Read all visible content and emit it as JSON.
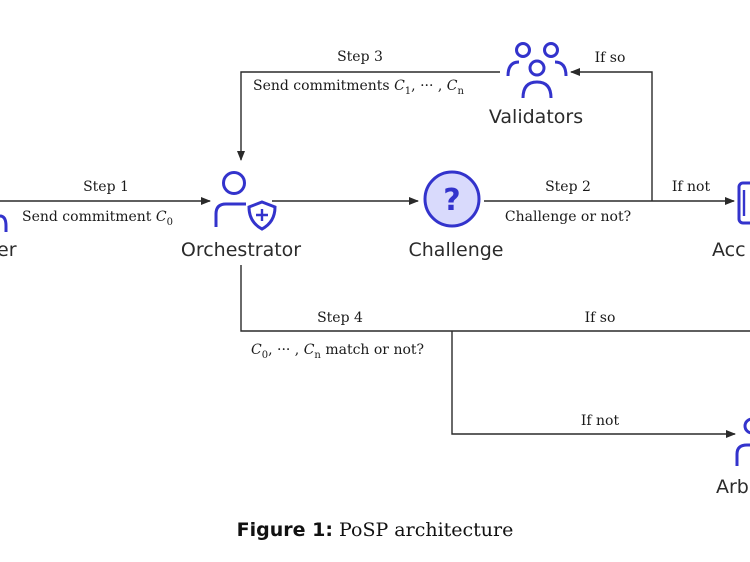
{
  "colors": {
    "icon": "#3333cc",
    "icon_fill": "#d9dafc",
    "line": "#2a2a2a"
  },
  "nodes": {
    "user": {
      "label_visible": "er",
      "icon": "user-icon"
    },
    "orchestrator": {
      "label": "Orchestrator",
      "icon": "user-shield-icon"
    },
    "challenge": {
      "label": "Challenge",
      "icon": "question-circle-icon"
    },
    "validators": {
      "label": "Validators",
      "icon": "users-group-icon"
    },
    "accept": {
      "label_visible": "Acc",
      "icon": "phone-icon"
    },
    "arbitrator": {
      "label_visible": "Arb",
      "icon": "user-icon"
    }
  },
  "edges": {
    "step1": {
      "step": "Step 1",
      "text": "Send commitment ",
      "math": "C",
      "sub": "0"
    },
    "step2": {
      "step": "Step 2",
      "text": "Challenge or not?"
    },
    "step2_if_not": "If not",
    "step2_if_so": "If so",
    "step3": {
      "step": "Step 3",
      "text": "Send commitments ",
      "math1": "C",
      "sub1": "1",
      "mid": ", ··· , ",
      "math2": "C",
      "sub2": "n"
    },
    "step4": {
      "step": "Step 4",
      "math1": "C",
      "sub1": "0",
      "mid": ", ··· , ",
      "math2": "C",
      "sub2": "n",
      "text": " match or not?"
    },
    "step4_if_so": "If so",
    "step4_if_not": "If not"
  },
  "caption": {
    "label": "Figure 1:",
    "text": "PoSP architecture"
  }
}
